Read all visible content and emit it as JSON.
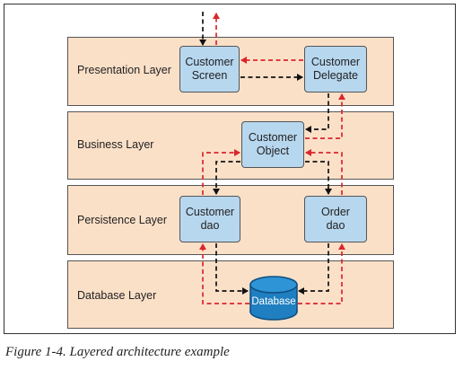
{
  "layers": {
    "presentation": "Presentation Layer",
    "business": "Business Layer",
    "persistence": "Persistence Layer",
    "database": "Database Layer"
  },
  "components": {
    "customer_screen": [
      "Customer",
      "Screen"
    ],
    "customer_delegate": [
      "Customer",
      "Delegate"
    ],
    "customer_object": [
      "Customer",
      "Object"
    ],
    "customer_dao": [
      "Customer",
      "dao"
    ],
    "order_dao": [
      "Order",
      "dao"
    ],
    "database": "Database"
  },
  "caption": "Figure 1-4. Layered architecture example",
  "colors": {
    "layer_fill": "#fbe0c8",
    "node_fill": "#b7d7ef",
    "request_arrow": "#111111",
    "response_arrow": "#d9262c",
    "database_fill": "#1f7fc1"
  }
}
